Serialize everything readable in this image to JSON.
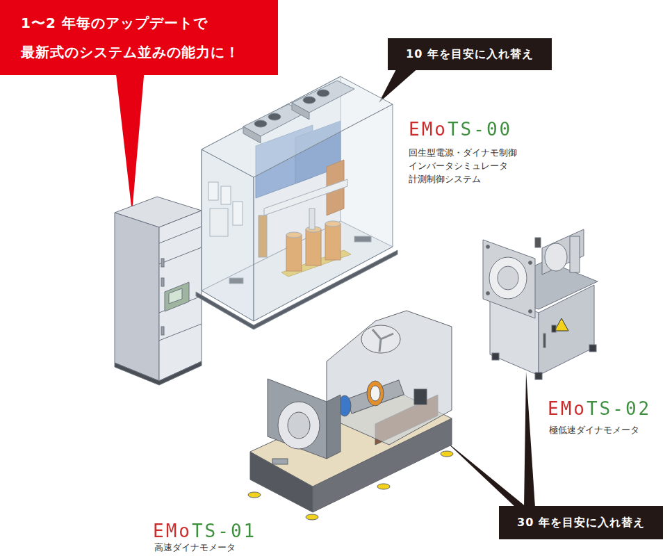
{
  "diagram": {
    "nodes": [
      {
        "text": [
          "1〜2 年毎のアップデートで 最新式のシステム並みの能力に！"
        ]
      },
      {
        "text": [
          "10 年を目安に入れ替え"
        ]
      },
      {
        "text": [
          "30 年を目安に入れ替え"
        ]
      }
    ],
    "labels": [
      "EMoTS-00",
      "回生型電源・ダイナモ制御 インバータシミュレータ 計測制御システム",
      "EMoTS-02",
      "極低速ダイナモメータ",
      "EMoTS-01",
      "高速ダイナモメータ"
    ]
  }
}
